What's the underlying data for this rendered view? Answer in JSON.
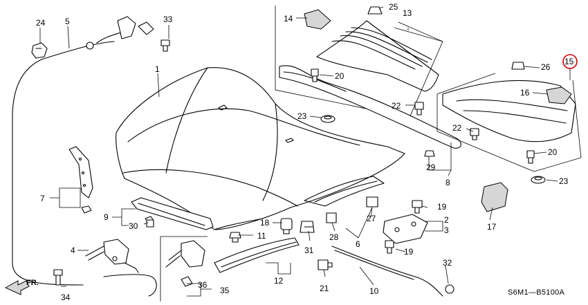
{
  "diagram_code": "S6M1—B5100A",
  "direction_label": "FR.",
  "callouts": {
    "c1": "1",
    "c2": "2",
    "c3": "3",
    "c4": "4",
    "c5": "5",
    "c6": "6",
    "c7": "7",
    "c8": "8",
    "c9": "9",
    "c10": "10",
    "c11": "11",
    "c12": "12",
    "c13": "13",
    "c14": "14",
    "c15": "15",
    "c16": "16",
    "c17": "17",
    "c18": "18",
    "c19a": "19",
    "c19b": "19",
    "c20a": "20",
    "c20b": "20",
    "c21": "21",
    "c22a": "22",
    "c22b": "22",
    "c23a": "23",
    "c23b": "23",
    "c24": "24",
    "c25": "25",
    "c26": "26",
    "c27": "27",
    "c28": "28",
    "c29": "29",
    "c30": "30",
    "c31": "31",
    "c32": "32",
    "c33": "33",
    "c34": "34",
    "c35": "35",
    "c36": "36"
  },
  "highlighted_callout": "15"
}
